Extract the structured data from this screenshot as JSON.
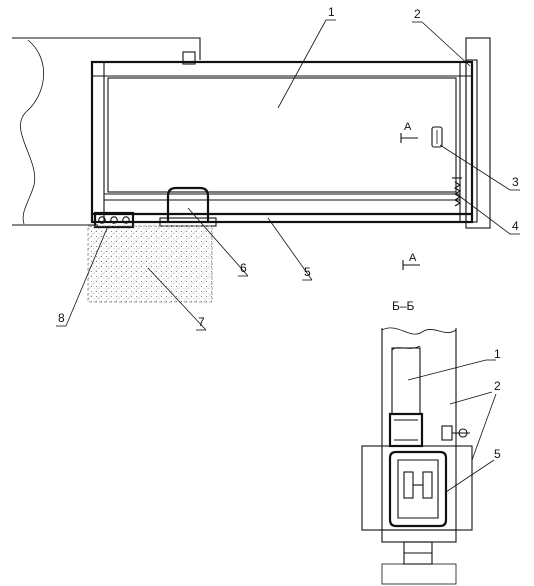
{
  "labels": {
    "glass_panel": "1",
    "frame_post": "2",
    "handle": "3",
    "spring": "4",
    "bottom_rail": "5",
    "roller": "6",
    "foundation": "7",
    "bracket": "8"
  },
  "section_marks": {
    "top_letter": "A",
    "bottom_letter": "A"
  },
  "section_view": {
    "title": "Б–Б",
    "label_1": "1",
    "label_2": "2",
    "label_5": "5"
  }
}
